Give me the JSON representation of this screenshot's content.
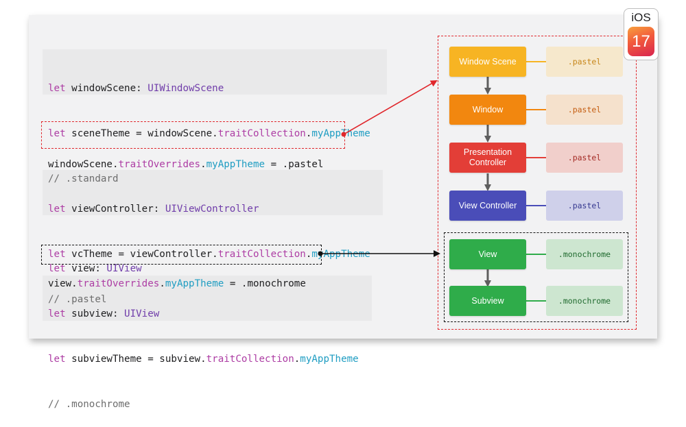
{
  "badge": {
    "os": "iOS",
    "version": "17"
  },
  "code": {
    "block1": {
      "line1": {
        "kw": "let",
        "name": " windowScene: ",
        "type": "UIWindowScene"
      },
      "line2": {
        "kw": "let",
        "name": " sceneTheme = windowScene.",
        "prop": "traitCollection",
        "dot": ".",
        "my": "myAppTheme"
      },
      "comment": "// .standard"
    },
    "override1": {
      "pre": "windowScene.",
      "prop": "traitOverrides",
      "dot": ".",
      "my": "myAppTheme",
      "post": " = .pastel"
    },
    "block2": {
      "line1": {
        "kw": "let",
        "name": " viewController: ",
        "type": "UIViewController"
      },
      "line2": {
        "kw": "let",
        "name": " vcTheme = viewController.",
        "prop": "traitCollection",
        "dot": ".",
        "my": "myAppTheme"
      },
      "comment": "// .pastel"
    },
    "block3": {
      "line1": {
        "kw": "let",
        "name": " view: ",
        "type": "UIView"
      }
    },
    "override2": {
      "pre": "view.",
      "prop": "traitOverrides",
      "dot": ".",
      "my": "myAppTheme",
      "post": " = .monochrome"
    },
    "block4": {
      "line1": {
        "kw": "let",
        "name": " subview: ",
        "type": "UIView"
      },
      "line2": {
        "kw": "let",
        "name": " subviewTheme = subview.",
        "prop": "traitCollection",
        "dot": ".",
        "my": "myAppTheme"
      },
      "comment": "// .monochrome"
    }
  },
  "hierarchy": [
    {
      "label": "Window Scene",
      "value": ".pastel",
      "color": "#f7b423",
      "value_bg": "#f6e8cc",
      "value_color": "#c7861a"
    },
    {
      "label": "Window",
      "value": ".pastel",
      "color": "#f2870f",
      "value_bg": "#f5e1cc",
      "value_color": "#c45d10"
    },
    {
      "label": "Presentation Controller",
      "value": ".pastel",
      "color": "#e33e37",
      "value_bg": "#f1cfcb",
      "value_color": "#a42a24"
    },
    {
      "label": "View Controller",
      "value": ".pastel",
      "color": "#4a4db8",
      "value_bg": "#cfd0ea",
      "value_color": "#35388f"
    },
    {
      "label": "View",
      "value": ".monochrome",
      "color": "#2fac4a",
      "value_bg": "#cde6d0",
      "value_color": "#1f6a2e"
    },
    {
      "label": "Subview",
      "value": ".monochrome",
      "color": "#2fac4a",
      "value_bg": "#cde6d0",
      "value_color": "#1f6a2e"
    }
  ]
}
